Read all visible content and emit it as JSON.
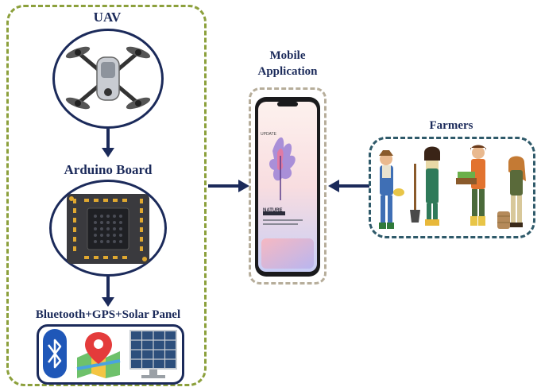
{
  "uav": {
    "title": "UAV"
  },
  "arduino": {
    "title": "Arduino Board"
  },
  "sensors": {
    "title": "Bluetooth+GPS+Solar Panel"
  },
  "mobile": {
    "title_line1": "Mobile",
    "title_line2": "Application",
    "screen_header": "UPDATE",
    "screen_title": "NATURE"
  },
  "farmers": {
    "title": "Farmers"
  },
  "colors": {
    "navy": "#1b2a5a",
    "olive_dash": "#8ca03c",
    "tan_dash": "#b6ad9a",
    "teal_dash": "#2f5a6a"
  },
  "icons": [
    "drone-icon",
    "arduino-chip-icon",
    "bluetooth-icon",
    "map-pin-icon",
    "solar-panel-icon",
    "smartphone-icon",
    "farmers-illustration"
  ]
}
